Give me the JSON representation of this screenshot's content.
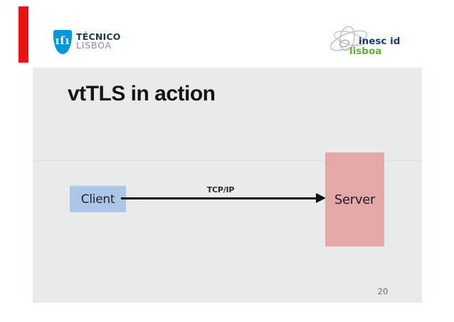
{
  "header": {
    "tecnico_logo": {
      "monogram": "ıſı",
      "line1": "TÉCNICO",
      "line2": "LISBOA"
    },
    "inesc_logo": {
      "line1": "inesc id",
      "line2": "lisboa"
    }
  },
  "slide": {
    "title": "vtTLS in action",
    "page_number": "20"
  },
  "diagram": {
    "client_label": "Client",
    "server_label": "Server",
    "arrow_label": "TCP/IP"
  },
  "colors": {
    "accent_red": "#ee1111",
    "slide_background": "#e9ebeb",
    "client_box": "#adc5e6",
    "server_box": "#e5a8a8",
    "arrow": "#121212",
    "tecnico_shield_blue": "#0098d8",
    "tecnico_navy": "#1b3a54",
    "tecnico_gray": "#858f96",
    "inesc_navy": "#1d3a6e",
    "inesc_green": "#62b02e"
  },
  "icons": {
    "tecnico_shield": "shield-monogram-icon",
    "inesc_scribble": "orbit-scribble-icon"
  }
}
